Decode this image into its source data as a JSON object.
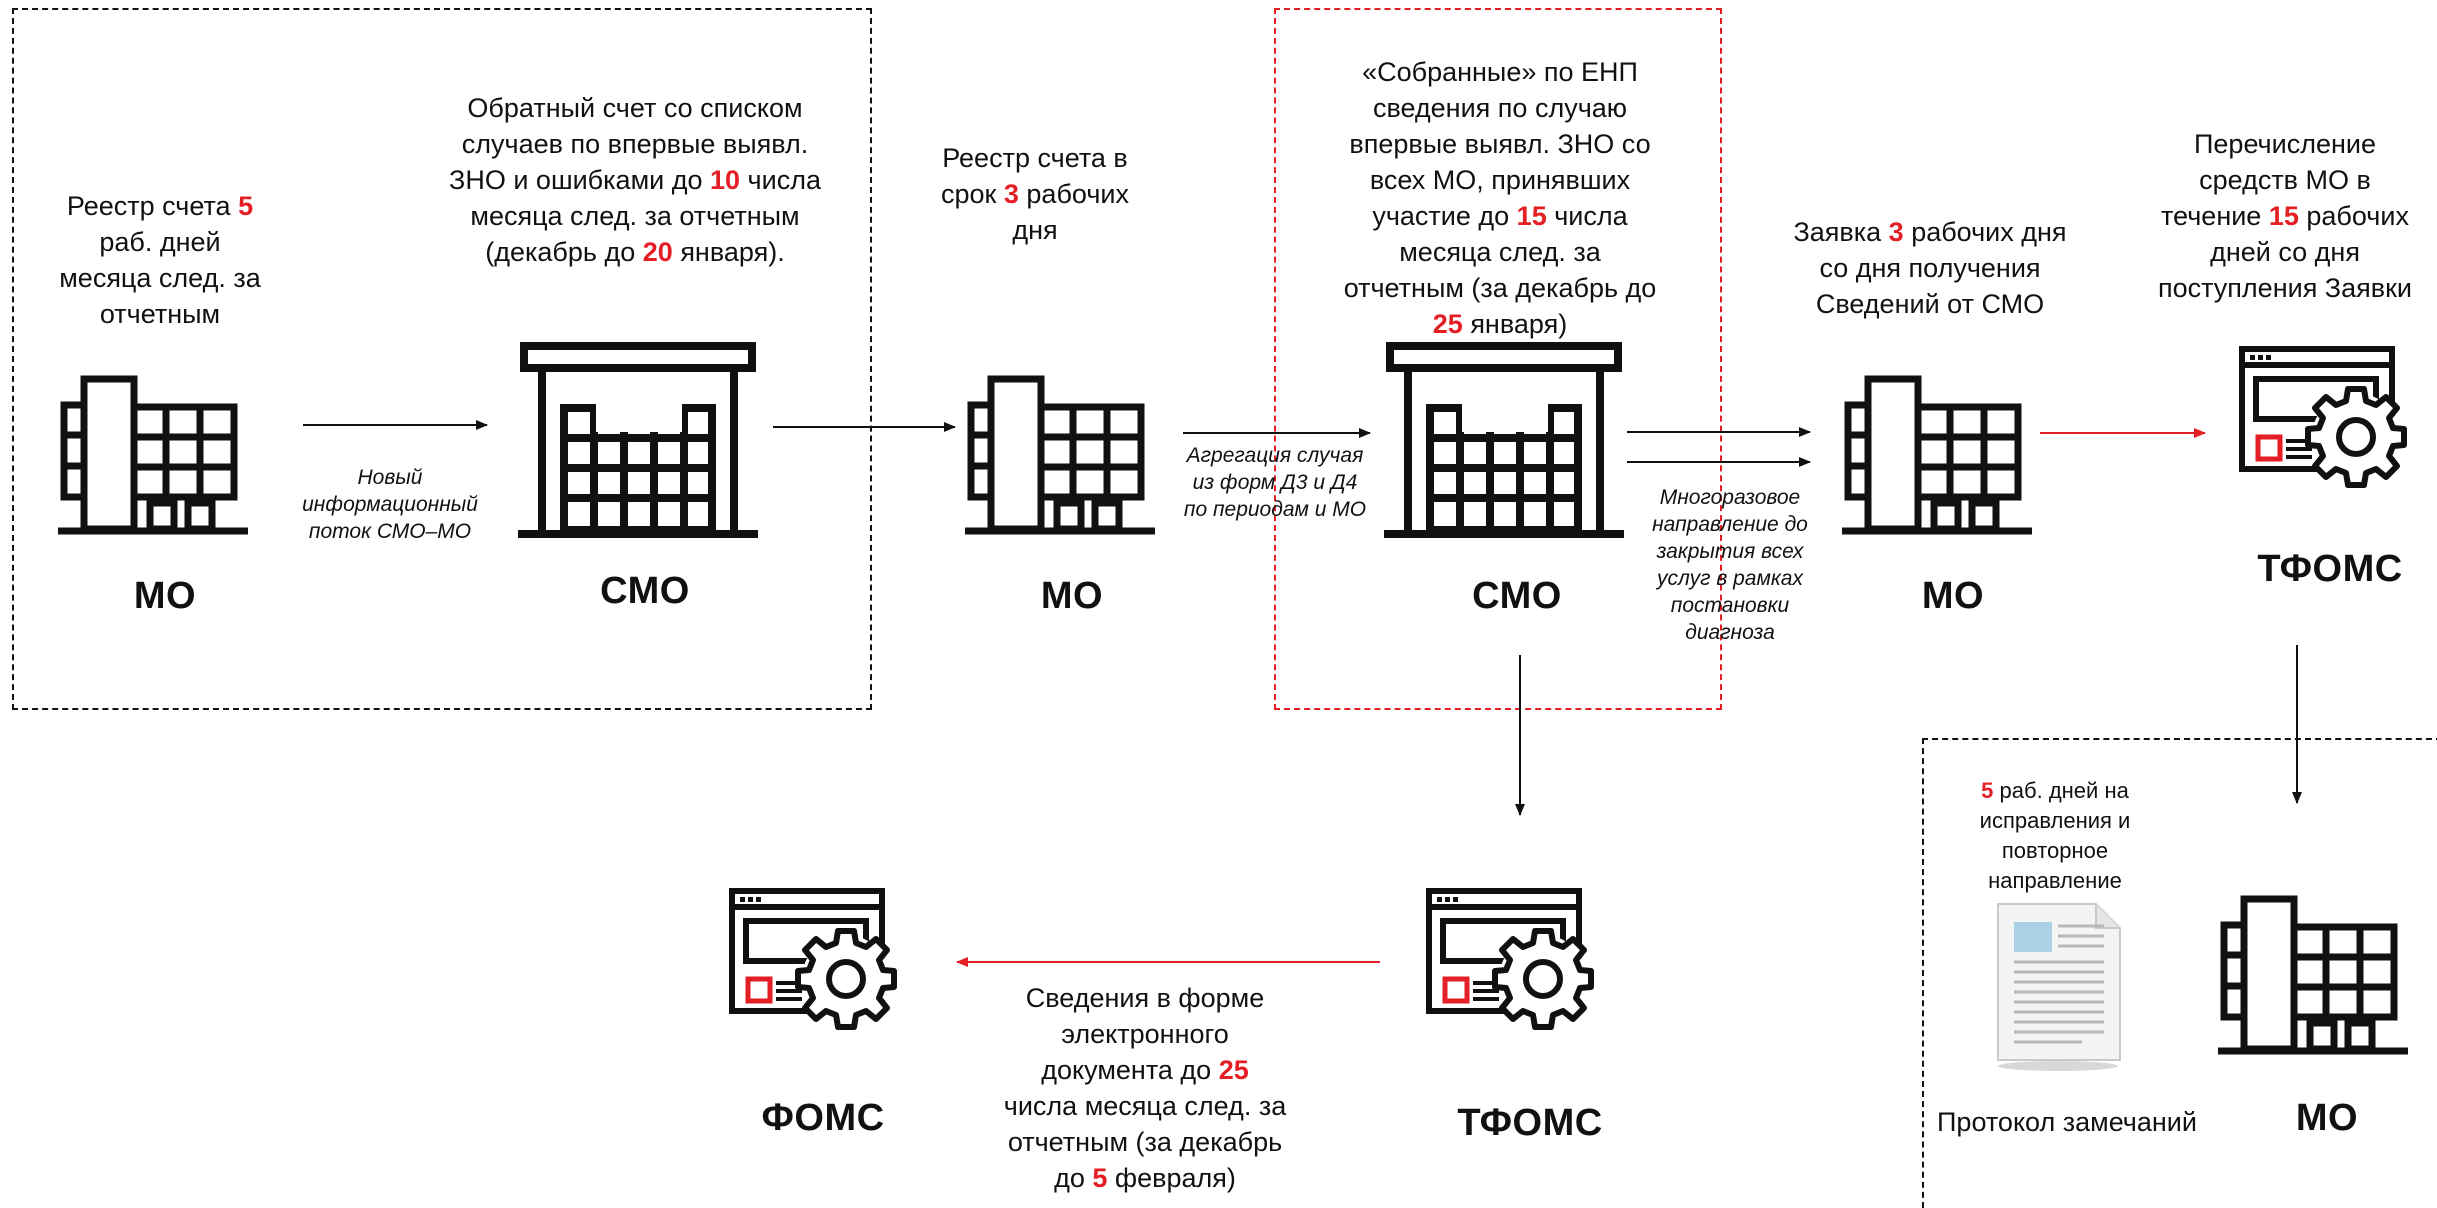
{
  "labels": {
    "mo1": "МО",
    "smo1": "СМО",
    "mo2": "МО",
    "smo2": "СМО",
    "mo3": "МО",
    "tfoms1": "ТФОМС",
    "tfoms2": "ТФОМС",
    "foms": "ФОМС",
    "mo4": "МО",
    "protocol": "Протокол замечаний"
  },
  "text": {
    "mo_registry": {
      "a": "Реестр счета ",
      "n": "5",
      "b": "раб. дней",
      "c": "месяца след. за",
      "d": "отчетным"
    },
    "return_invoice": {
      "l1": "Обратный счет со списком",
      "l2": "случаев по впервые выявл.",
      "l3a": "ЗНО и ошибками до ",
      "l3n": "10",
      "l3b": " числа",
      "l4": "месяца след. за отчетным",
      "l5a": "(декабрь до ",
      "l5n": "20",
      "l5b": " января)."
    },
    "registry_3": {
      "l1": "Реестр счета в",
      "l2a": "срок ",
      "l2n": "3",
      "l2b": " рабочих",
      "l3": "дня"
    },
    "collected": {
      "l1": "«Собранные» по ЕНП",
      "l2": "сведения по случаю",
      "l3": "впервые выявл. ЗНО со",
      "l4": "всех МО, принявших",
      "l5a": "участие до ",
      "l5n": "15",
      "l5b": " числа",
      "l6": "месяца след. за",
      "l7": "отчетным (за декабрь до",
      "l8n": "25",
      "l8b": " января)"
    },
    "request": {
      "l1a": "Заявка ",
      "l1n": "3",
      "l1b": " рабочих дня",
      "l2": "со дня получения",
      "l3": "Сведений от СМО"
    },
    "transfer": {
      "l1": "Перечисление",
      "l2": "средств МО в",
      "l3a": "течение ",
      "l3n": "15",
      "l3b": " рабочих",
      "l4": "дней со дня",
      "l5": "поступления Заявки"
    },
    "new_flow": {
      "l1": "Новый",
      "l2": "информационный",
      "l3": "поток СМО–МО"
    },
    "aggregation": {
      "l1": "Агрегация случая",
      "l2": "из форм Д3 и Д4",
      "l3": "по периодам и МО"
    },
    "multiple": {
      "l1": "Многоразовое",
      "l2": "направление до",
      "l3": "закрытия всех",
      "l4": "услуг в рамках",
      "l5": "постановки",
      "l6": "диагноза"
    },
    "edocument": {
      "l1": "Сведения в форме",
      "l2": "электронного",
      "l3a": "документа до ",
      "l3n": "25",
      "l4": "числа месяца след. за",
      "l5": "отчетным (за декабрь",
      "l6a": "до ",
      "l6n": "5",
      "l6b": " февраля)"
    },
    "fix5": {
      "n": "5",
      "l1b": " раб. дней на",
      "l2": "исправления и",
      "l3": "повторное",
      "l4": "направление"
    }
  },
  "colors": {
    "accent": "#e31e24",
    "ink": "#111111",
    "doc_blue": "#a9d2e6"
  }
}
